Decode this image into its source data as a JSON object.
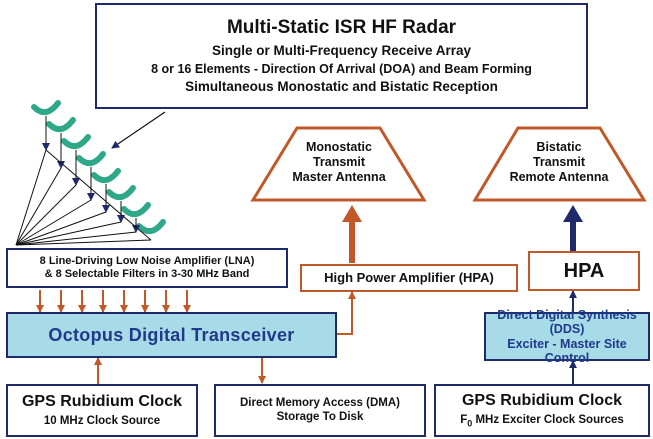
{
  "title_box": {
    "title": "Multi-Static ISR HF Radar",
    "line1": "Single or Multi-Frequency Receive Array",
    "line2": "8 or 16 Elements - Direction Of Arrival (DOA) and Beam Forming",
    "line3": "Simultaneous Monostatic and Bistatic Reception"
  },
  "monostatic_antenna": {
    "line1": "Monostatic",
    "line2": "Transmit",
    "line3": "Master Antenna"
  },
  "bistatic_antenna": {
    "line1": "Bistatic",
    "line2": "Transmit",
    "line3": "Remote Antenna"
  },
  "lna_box": {
    "line1": "8 Line-Driving Low Noise Amplifier (LNA)",
    "line2": "& 8 Selectable Filters in 3-30 MHz Band"
  },
  "hpa_box": {
    "label": "High Power Amplifier (HPA)"
  },
  "hpa_remote_box": {
    "label": "HPA"
  },
  "transceiver_box": {
    "label": "Octopus Digital Transceiver"
  },
  "dds_box": {
    "line1": "Direct Digital Synthesis (DDS)",
    "line2": "Exciter - Master Site Control"
  },
  "gps_left": {
    "title": "GPS Rubidium Clock",
    "subtitle": "10 MHz Clock Source"
  },
  "dma_box": {
    "line1": "Direct Memory Access (DMA)",
    "line2": "Storage To Disk"
  },
  "gps_right": {
    "title": "GPS Rubidium Clock",
    "subtitle_prefix": "F",
    "subtitle_sub": "0",
    "subtitle_rest": " MHz Exciter Clock Sources"
  },
  "colors": {
    "navy": "#1f2a6b",
    "orange": "#c1582a",
    "cyan": "#a8dbe8",
    "antenna_green": "#2fa88a"
  }
}
